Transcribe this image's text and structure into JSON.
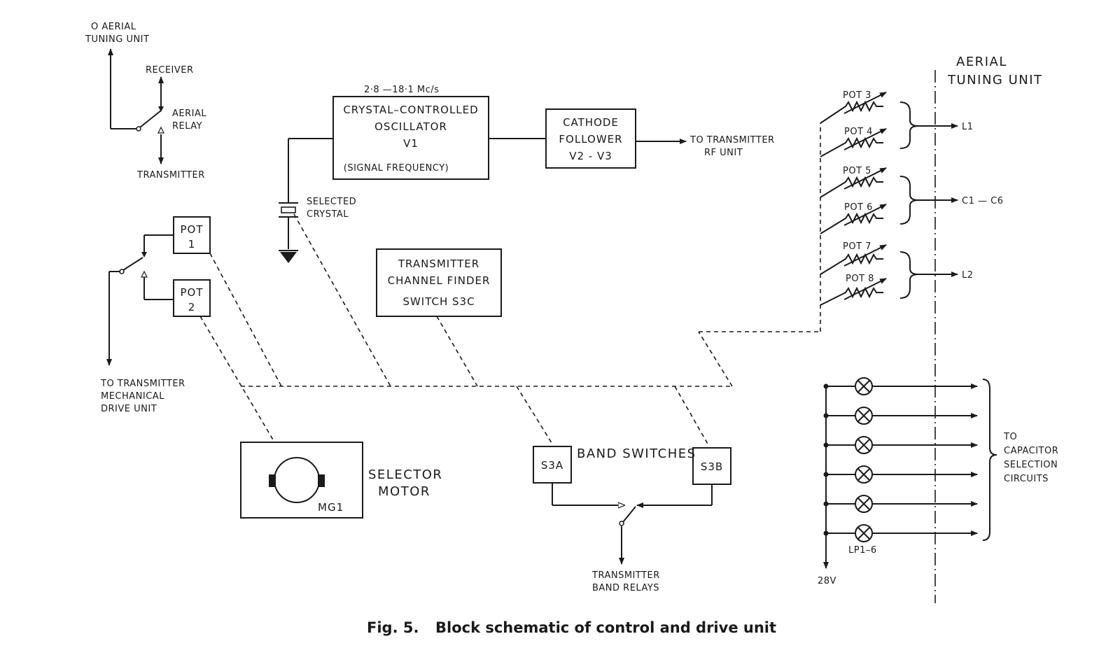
{
  "caption": {
    "number": "Fig. 5.",
    "title": "Block schematic of control and drive unit"
  },
  "aerial_relay": {
    "to_atu_line1": "O AERIAL",
    "to_atu_line2": "TUNING UNIT",
    "receiver": "RECEIVER",
    "relay_line1": "AERIAL",
    "relay_line2": "RELAY",
    "transmitter": "TRANSMITTER"
  },
  "oscillator": {
    "freq": "2·8 —18·1 Mc/s",
    "line1": "CRYSTAL–CONTROLLED",
    "line2": "OSCILLATOR",
    "line3": "V1",
    "line4": "(SIGNAL FREQUENCY)"
  },
  "cathode": {
    "line1": "CATHODE",
    "line2": "FOLLOWER",
    "line3": "V2 - V3"
  },
  "to_rf": {
    "line1": "TO TRANSMITTER",
    "line2": "RF UNIT"
  },
  "crystal": {
    "line1": "SELECTED",
    "line2": "CRYSTAL"
  },
  "pot1": {
    "line1": "POT",
    "line2": "1"
  },
  "pot2": {
    "line1": "POT",
    "line2": "2"
  },
  "mech_drive": {
    "line1": "TO TRANSMITTER",
    "line2": "MECHANICAL",
    "line3": "DRIVE UNIT"
  },
  "channel_finder": {
    "line1": "TRANSMITTER",
    "line2": "CHANNEL FINDER",
    "line3": "SWITCH S3C"
  },
  "motor": {
    "label": "MG1",
    "line1": "SELECTOR",
    "line2": "MOTOR"
  },
  "band": {
    "s3a": "S3A",
    "s3b": "S3B",
    "label": "BAND SWITCHES",
    "out_line1": "TRANSMITTER",
    "out_line2": "BAND RELAYS"
  },
  "atu": {
    "line1": "AERIAL",
    "line2": "TUNING UNIT"
  },
  "pots": [
    "POT 3",
    "POT 4",
    "POT 5",
    "POT 6",
    "POT 7",
    "POT 8"
  ],
  "outputs": {
    "l1": "L1",
    "c": "C1 — C6",
    "l2": "L2"
  },
  "lamps": {
    "label": "LP1–6",
    "supply": "28V",
    "to_line1": "TO",
    "to_line2": "CAPACITOR",
    "to_line3": "SELECTION",
    "to_line4": "CIRCUITS"
  }
}
